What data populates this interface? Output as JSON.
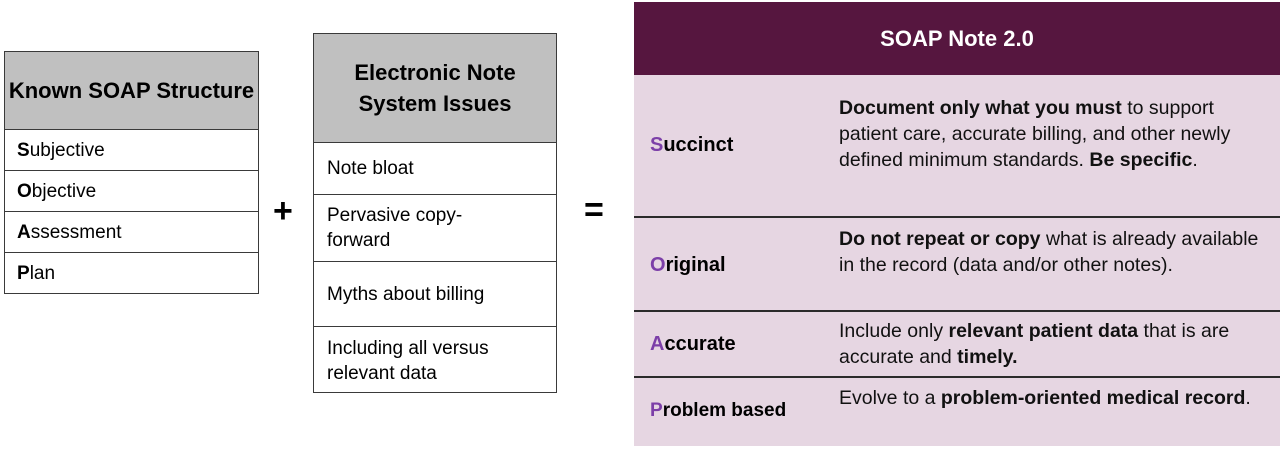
{
  "soap_structure": {
    "title": "Known SOAP Structure",
    "items": [
      {
        "initial": "S",
        "rest": "ubjective"
      },
      {
        "initial": "O",
        "rest": "bjective"
      },
      {
        "initial": "A",
        "rest": "ssessment"
      },
      {
        "initial": "P",
        "rest": "lan"
      }
    ]
  },
  "operators": {
    "plus": "+",
    "equals": "="
  },
  "issues": {
    "title": "Electronic Note System Issues",
    "items": [
      "Note bloat",
      "Pervasive copy-forward",
      "Myths about billing",
      "Including all versus relevant data"
    ]
  },
  "soap_note": {
    "title": "SOAP Note 2.0",
    "rows": [
      {
        "initial": "S",
        "rest": "uccinct",
        "desc": [
          {
            "b": true,
            "t": "Document only what you must"
          },
          {
            "b": false,
            "t": " to support patient care, accurate billing, and other newly defined minimum standards.  "
          },
          {
            "b": true,
            "t": "Be specific"
          },
          {
            "b": false,
            "t": "."
          }
        ]
      },
      {
        "initial": "O",
        "rest": "riginal",
        "desc": [
          {
            "b": true,
            "t": "Do not repeat or copy"
          },
          {
            "b": false,
            "t": " what is already available in the record (data and/or other notes)."
          }
        ]
      },
      {
        "initial": "A",
        "rest": "ccurate",
        "desc": [
          {
            "b": false,
            "t": "Include only "
          },
          {
            "b": true,
            "t": "relevant patient data"
          },
          {
            "b": false,
            "t": " that is are accurate and "
          },
          {
            "b": true,
            "t": "timely."
          }
        ]
      },
      {
        "initial": "P",
        "rest": "roblem based",
        "desc": [
          {
            "b": false,
            "t": "Evolve to a "
          },
          {
            "b": true,
            "t": "problem-oriented medical record"
          },
          {
            "b": false,
            "t": "."
          }
        ]
      }
    ]
  },
  "colors": {
    "header_gray": "#c0c0c0",
    "note_header": "#56163f",
    "note_body": "#e6d6e2",
    "initial_accent": "#7c3fa8"
  }
}
